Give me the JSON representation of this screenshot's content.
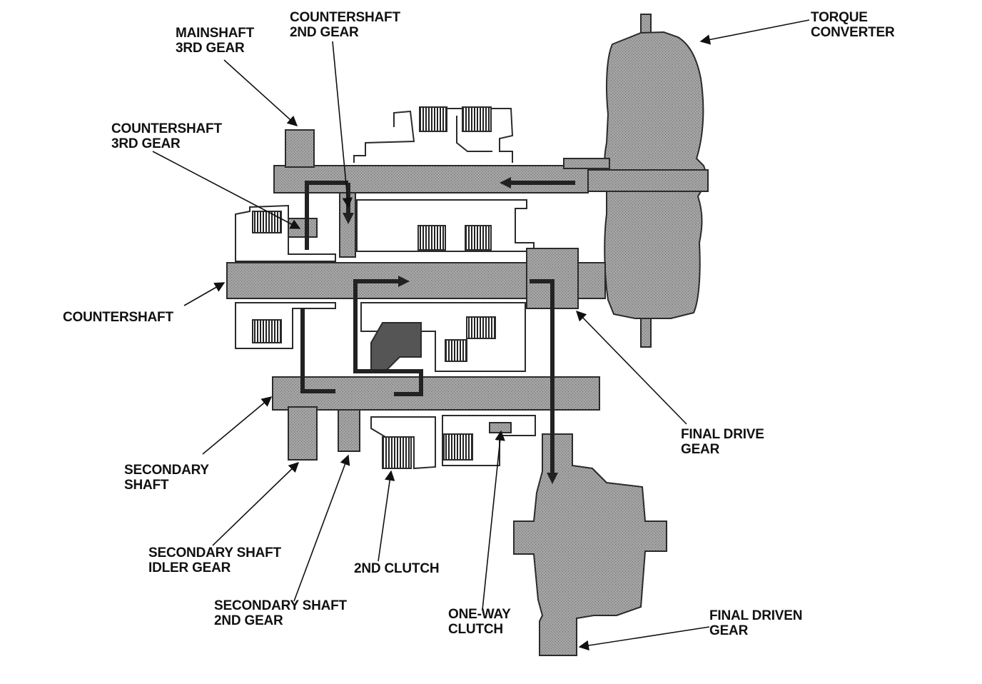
{
  "colors": {
    "background": "#ffffff",
    "ink": "#111111",
    "part_fill": "#a3a3a3",
    "part_dark": "#777777",
    "outline": "#2b2b2b",
    "clutch_fill": "#555555"
  },
  "labels": {
    "mainshaft_3rd_gear": [
      "MAINSHAFT",
      "3RD GEAR"
    ],
    "countershaft_2nd_gear": [
      "COUNTERSHAFT",
      "2ND GEAR"
    ],
    "torque_converter": [
      "TORQUE",
      "CONVERTER"
    ],
    "countershaft_3rd_gear": [
      "COUNTERSHAFT",
      "3RD GEAR"
    ],
    "countershaft": [
      "COUNTERSHAFT"
    ],
    "final_drive_gear": [
      "FINAL DRIVE",
      "GEAR"
    ],
    "secondary_shaft": [
      "SECONDARY",
      "SHAFT"
    ],
    "secondary_shaft_idler_gear": [
      "SECONDARY SHAFT",
      "IDLER GEAR"
    ],
    "second_clutch": [
      "2ND CLUTCH"
    ],
    "secondary_shaft_2nd_gear": [
      "SECONDARY SHAFT",
      "2ND GEAR"
    ],
    "one_way_clutch": [
      "ONE-WAY",
      "CLUTCH"
    ],
    "final_driven_gear": [
      "FINAL DRIVEN",
      "GEAR"
    ]
  }
}
